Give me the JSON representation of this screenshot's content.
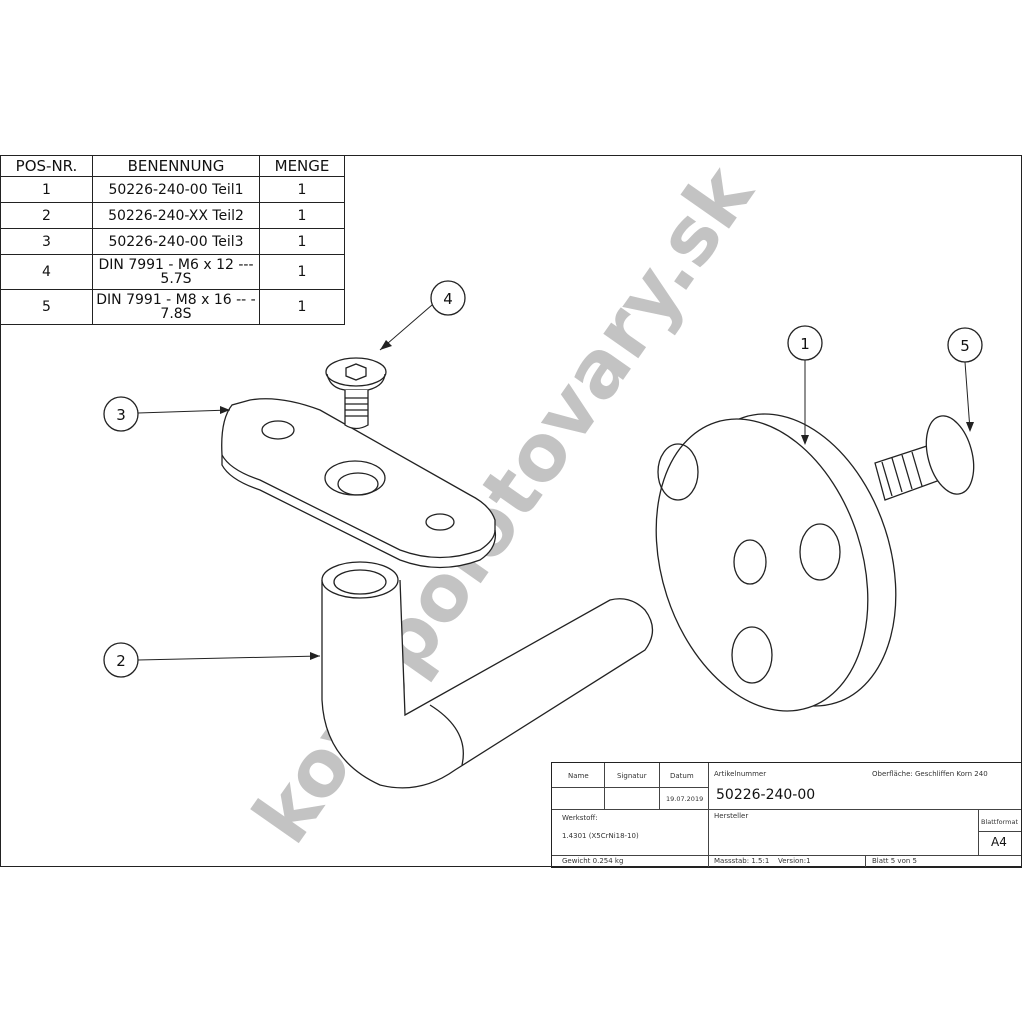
{
  "bom": {
    "headers": [
      "POS-NR.",
      "BENENNUNG",
      "MENGE"
    ],
    "rows": [
      {
        "pos": "1",
        "name": "50226-240-00 Teil1",
        "qty": "1"
      },
      {
        "pos": "2",
        "name": "50226-240-XX Teil2",
        "qty": "1"
      },
      {
        "pos": "3",
        "name": "50226-240-00 Teil3",
        "qty": "1"
      },
      {
        "pos": "4",
        "name": "DIN 7991 - M6 x 12 --- 5.7S",
        "qty": "1"
      },
      {
        "pos": "5",
        "name": "DIN 7991 - M8 x 16 -- - 7.8S",
        "qty": "1"
      }
    ]
  },
  "balloons": [
    "1",
    "2",
    "3",
    "4",
    "5"
  ],
  "watermark": "kovopolotovary.sk",
  "title_block": {
    "name_label": "Name",
    "signatur_label": "Signatur",
    "datum_label": "Datum",
    "datum": "19.07.2019",
    "artikel_label": "Artikelnummer",
    "artikel": "50226-240-00",
    "oberflaeche": "Oberfläche:  Geschliffen Korn 240",
    "werkstoff_label": "Werkstoff:",
    "werkstoff": "1.4301 (X5CrNi18-10)",
    "hersteller_label": "Hersteller",
    "blattformat_label": "Blattformat",
    "blattformat": "A4",
    "gewicht": "Gewicht 0.254 kg",
    "massstab": "Massstab: 1.5:1",
    "version": "Version:1",
    "blatt": "Blatt 5 von 5"
  }
}
